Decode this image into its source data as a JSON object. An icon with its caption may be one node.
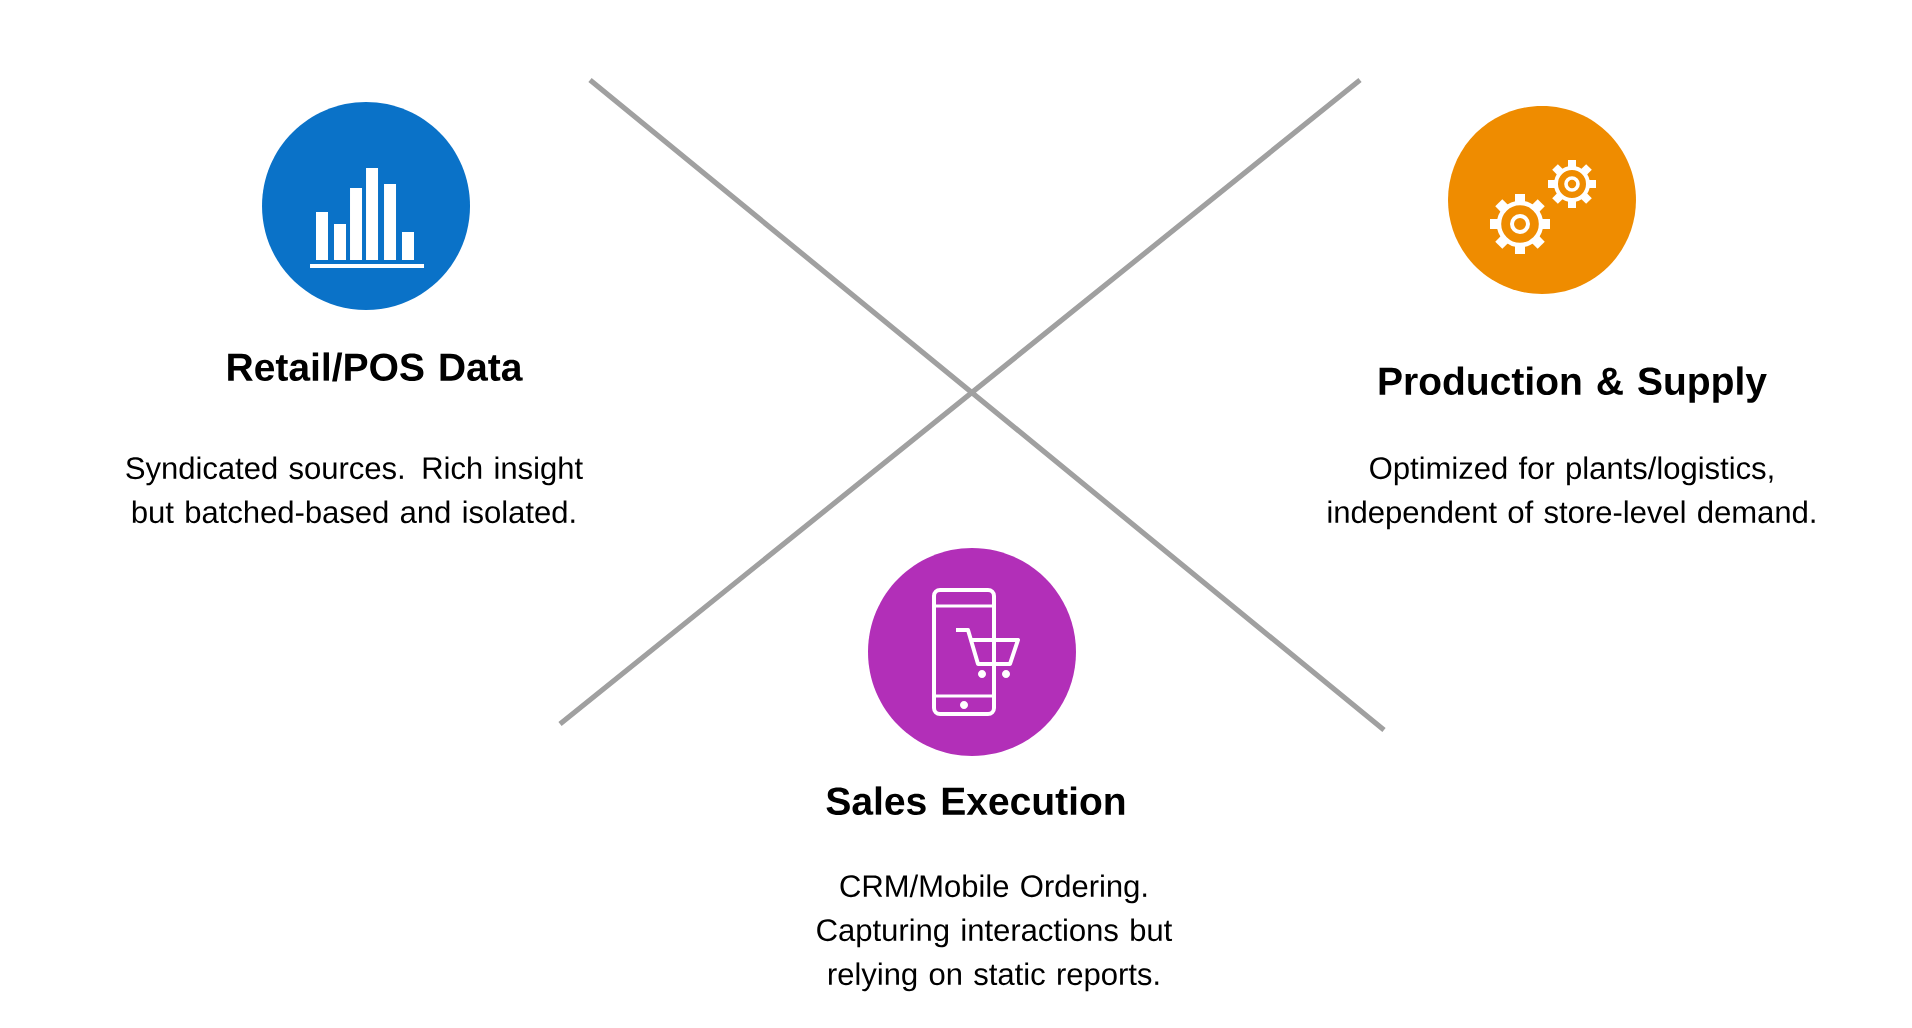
{
  "diagram": {
    "labels": [
      "Retail/POS Data",
      "Syndicated sources. Rich insight but batched-based and isolated.",
      "Production & Supply",
      "Optimized for plants/logistics, independent of store-level demand.",
      "Sales Execution",
      "CRM/Mobile Ordering. Capturing interactions but relying on static reports."
    ]
  }
}
